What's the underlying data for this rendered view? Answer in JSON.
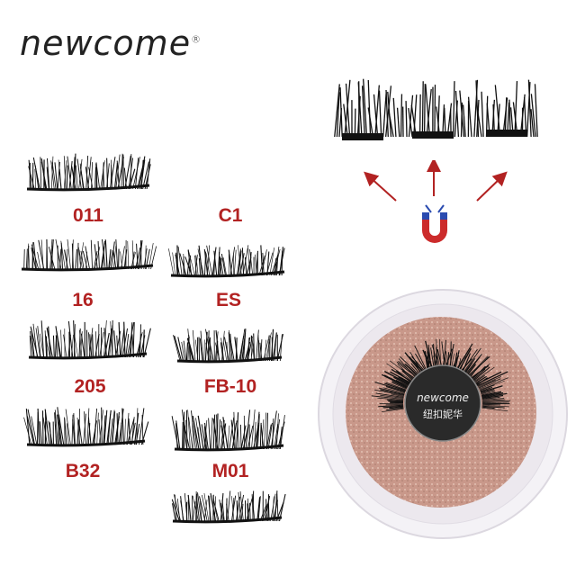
{
  "brand": {
    "name": "NEWCOME",
    "registered": "®"
  },
  "colors": {
    "label": "#b22222",
    "arrow": "#b22222",
    "magnet_red": "#cc2b2b",
    "magnet_blue": "#2a4bb0",
    "glitter": "#c89a8c",
    "lash": "#111111"
  },
  "styles": [
    {
      "code": "011"
    },
    {
      "code": "C1"
    },
    {
      "code": "16"
    },
    {
      "code": "ES"
    },
    {
      "code": "205"
    },
    {
      "code": "FB-10"
    },
    {
      "code": "B32"
    },
    {
      "code": "M01"
    }
  ],
  "icons": [
    "magnet-icon",
    "arrow-icon"
  ],
  "case_text": {
    "brand": "NEWCOME",
    "chinese": "纽扣妮华"
  }
}
